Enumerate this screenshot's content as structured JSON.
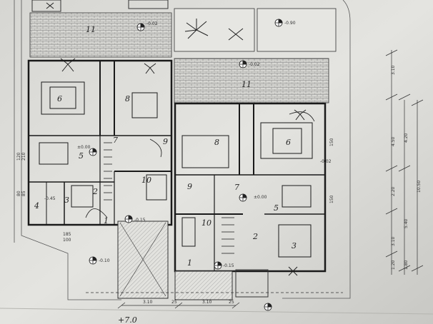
{
  "plan": {
    "rooms": {
      "left": [
        "11",
        "6",
        "8",
        "5",
        "10",
        "7",
        "2",
        "3",
        "4",
        "1",
        "9"
      ],
      "right": [
        "11",
        "6",
        "8",
        "5",
        "10",
        "7",
        "2",
        "3",
        "1",
        "9"
      ]
    },
    "levels": {
      "top_left": "-0.02",
      "top_mid": "-0.02",
      "top_right": "-0.90",
      "terrace_right": "-0.02",
      "left_floor": "±0.00",
      "right_floor": "±0.00",
      "entry_left": "-0.15",
      "entry_right": "-0.15",
      "stair_left": "-0.45",
      "bottom": "-0.10"
    },
    "dims_horizontal": [
      "3.10",
      "3.10",
      "25",
      "25"
    ],
    "dims_vertical_right": [
      "3.10",
      "4.50",
      "4.20",
      "2.20",
      "10.50",
      "5.40",
      "3.10",
      "1.20",
      "1.80"
    ],
    "dims_left": [
      "120",
      "210",
      "80",
      "85",
      "185",
      "100",
      "150",
      "150"
    ],
    "bottom_label": "+7.0"
  }
}
